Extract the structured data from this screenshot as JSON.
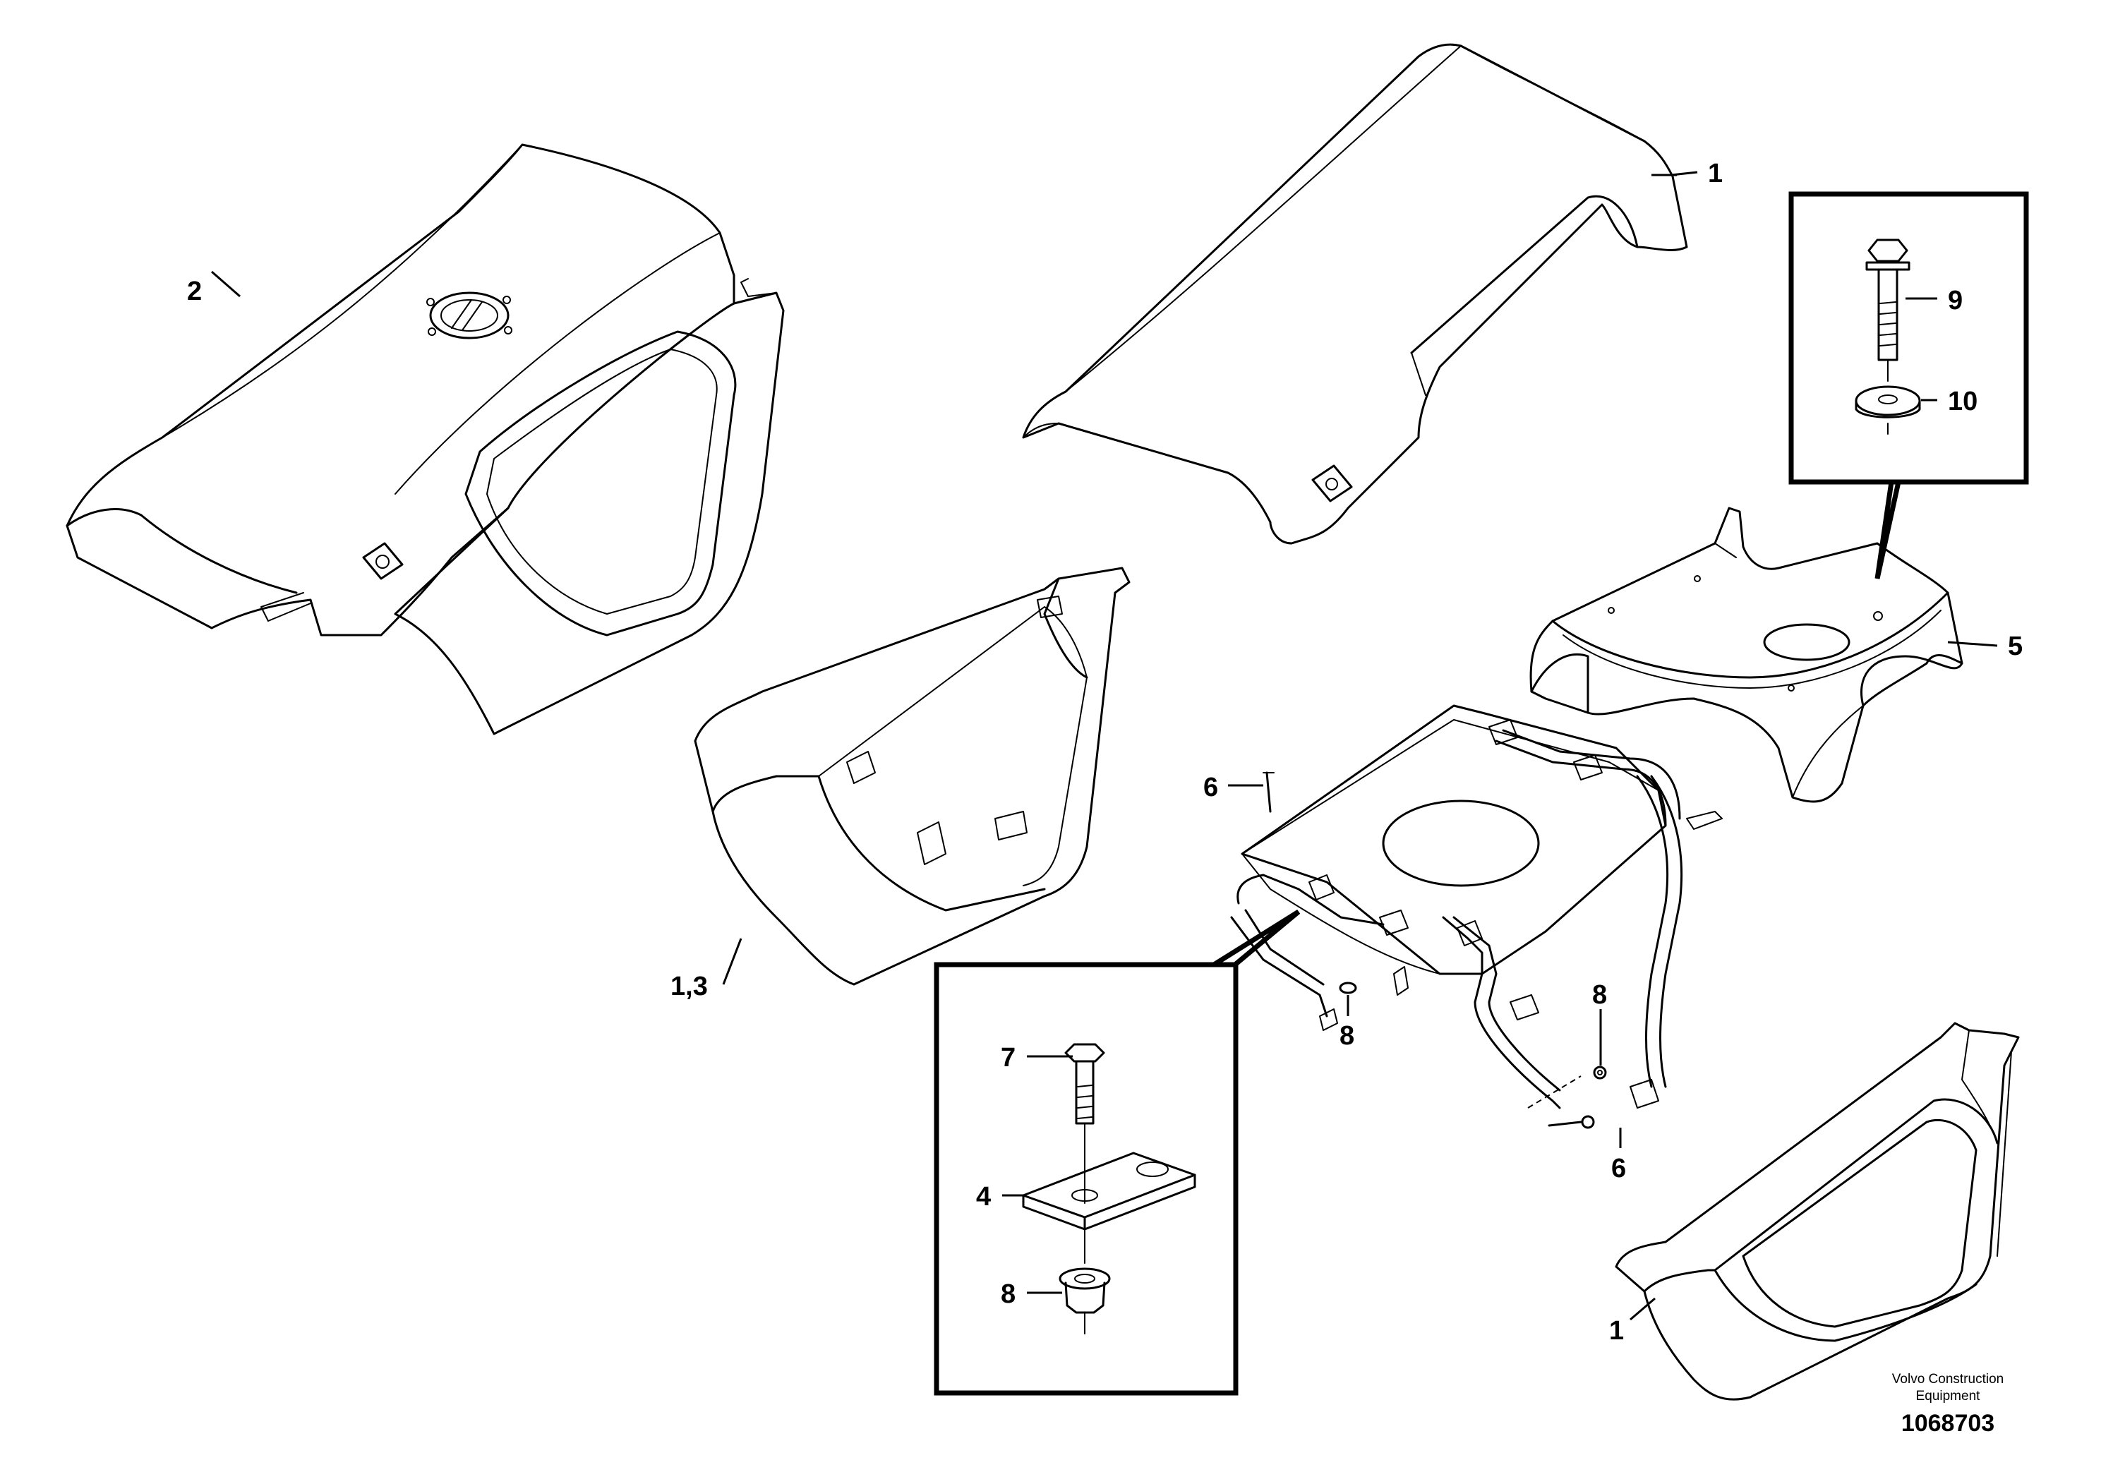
{
  "callouts": {
    "c1_top": "1",
    "c2": "2",
    "c9": "9",
    "c10": "10",
    "c5": "5",
    "c6_left": "6",
    "c13": "1,3",
    "c8_mid": "8",
    "c8_right": "8",
    "c6_right": "6",
    "c7": "7",
    "c4": "4",
    "c8_box": "8",
    "c1_bottom": "1"
  },
  "footer": {
    "brand_line1": "Volvo Construction",
    "brand_line2": "Equipment",
    "doc_number": "1068703"
  }
}
